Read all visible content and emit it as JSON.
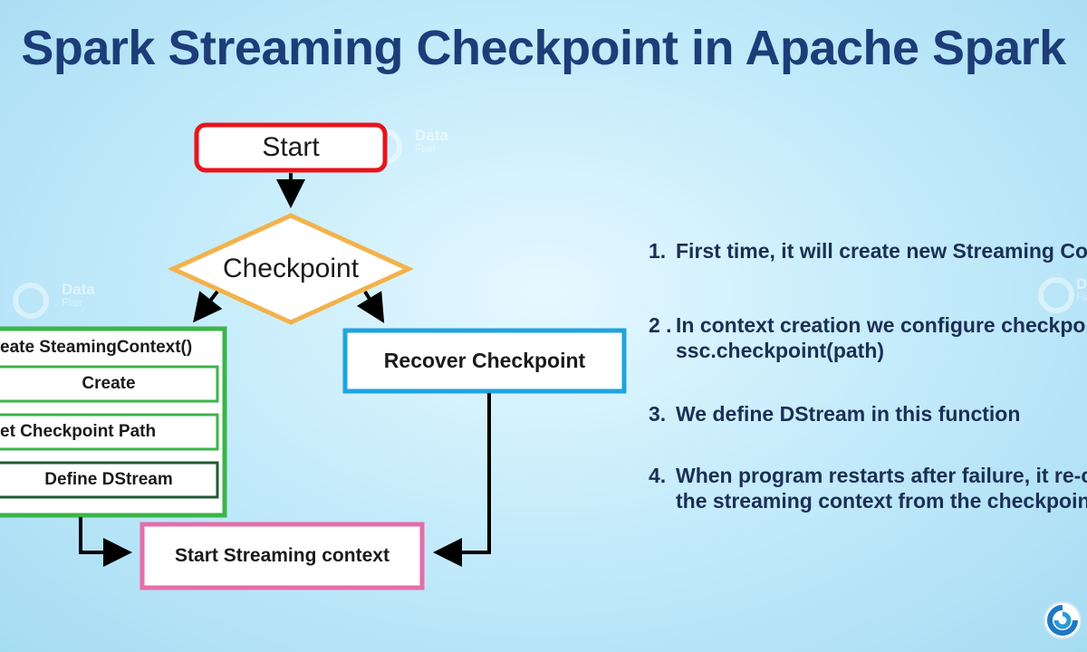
{
  "title": "Spark Streaming Checkpoint in Apache Spark",
  "watermark": {
    "brand": "Data",
    "sub": "Flair"
  },
  "nodes": {
    "start": "Start",
    "checkpoint": "Checkpoint",
    "create_context": {
      "title": "eate SteamingContext()",
      "items": [
        "Create",
        "et Checkpoint Path",
        "Define DStream"
      ]
    },
    "recover": "Recover Checkpoint",
    "start_streaming": "Start Streaming context"
  },
  "steps": [
    {
      "num": "1.",
      "lines": [
        "First time, it will create new Streaming Conte"
      ]
    },
    {
      "num": "2 .",
      "lines": [
        "In context creation we configure checkpointin",
        "ssc.checkpoint(path)"
      ]
    },
    {
      "num": "3.",
      "lines": [
        "We define DStream in this function"
      ]
    },
    {
      "num": "4.",
      "lines": [
        "When program restarts after failure, it re-crea",
        "the streaming context from the checkpoint."
      ]
    }
  ],
  "colors": {
    "start_border": "#e8141c",
    "checkpoint_border": "#f3b24a",
    "create_border": "#3cb449",
    "recover_border": "#1fa4dd",
    "start_streaming_border": "#e56ea8",
    "title": "#1c3d78"
  }
}
